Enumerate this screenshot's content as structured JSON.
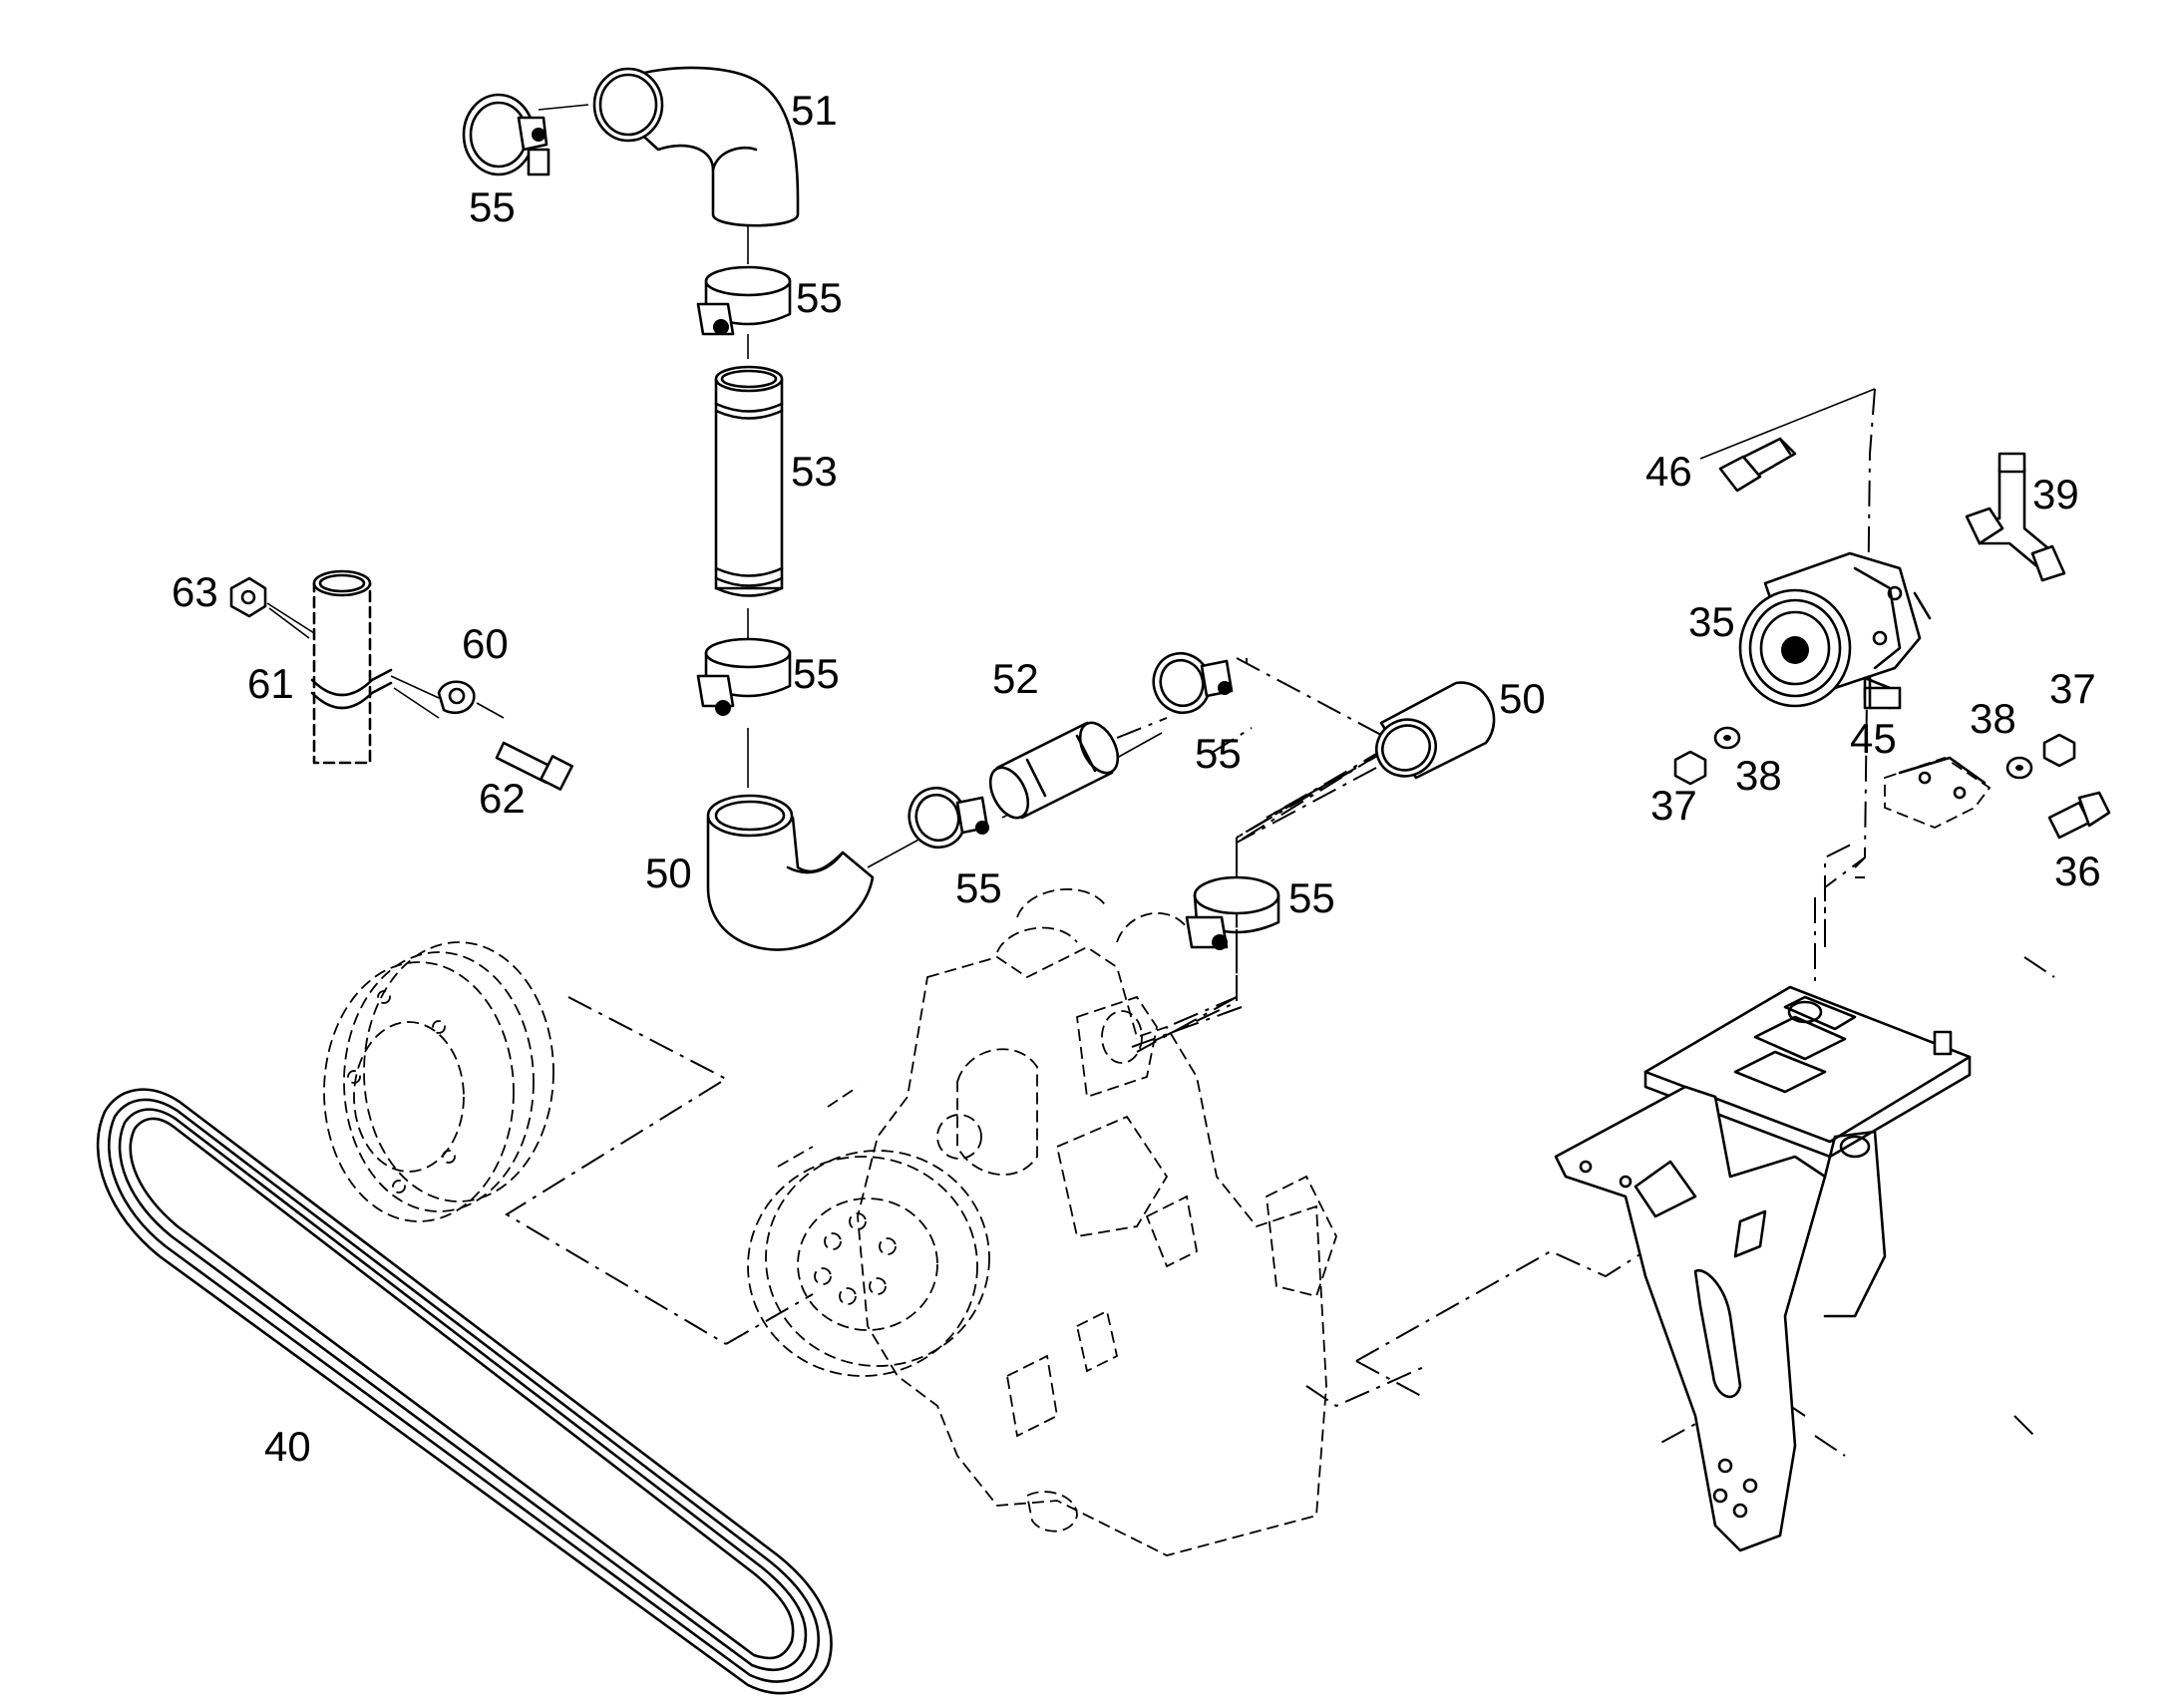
{
  "callouts": {
    "c35": "35",
    "c36": "36",
    "c37a": "37",
    "c37b": "37",
    "c38a": "38",
    "c38b": "38",
    "c39": "39",
    "c40": "40",
    "c45": "45",
    "c46": "46",
    "c50a": "50",
    "c50b": "50",
    "c51": "51",
    "c52": "52",
    "c53": "53",
    "c55a": "55",
    "c55b": "55",
    "c55c": "55",
    "c55d": "55",
    "c55e": "55",
    "c55f": "55",
    "c60": "60",
    "c61": "61",
    "c62": "62",
    "c63": "63"
  }
}
